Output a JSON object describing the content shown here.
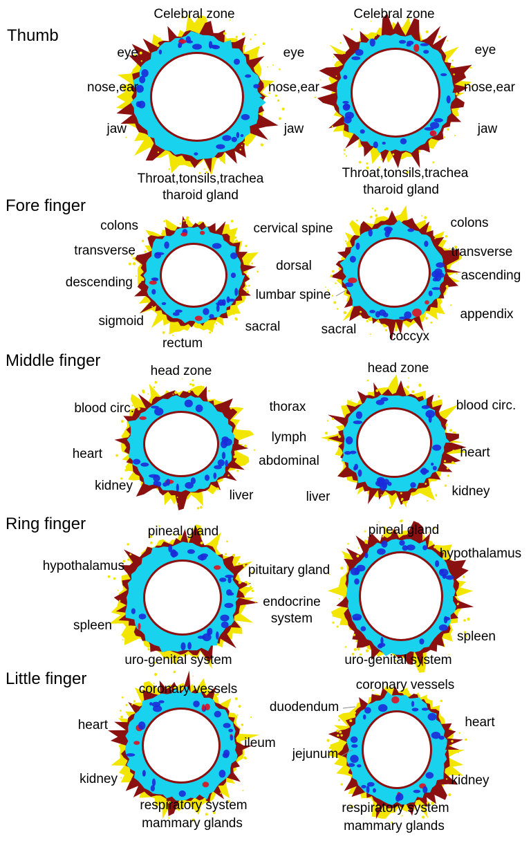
{
  "colors": {
    "outer": "#f2e600",
    "spikes": "#8b1010",
    "ring": "#18d2ee",
    "blotch": "#1b2bd8",
    "hot": "#e01020"
  },
  "sections": {
    "thumb": {
      "heading": "Thumb",
      "labels": {
        "left_top": "Celebral zone",
        "left_eye": "eye",
        "left_nose": "nose,ear",
        "left_jaw": "jaw",
        "left_throat_1": "Throat,tonsils,trachea",
        "left_throat_2": "tharoid gland",
        "mid_eye": "eye",
        "mid_nose": "nose,ear",
        "mid_jaw": "jaw",
        "right_top": "Celebral zone",
        "right_eye": "eye",
        "right_nose": "nose,ear",
        "right_jaw": "jaw",
        "right_throat_1": "Throat,tonsils,trachea",
        "right_throat_2": "tharoid gland"
      }
    },
    "fore": {
      "heading": "Fore finger",
      "labels": {
        "colons_l": "colons",
        "transverse_l": "transverse",
        "descending": "descending",
        "sigmoid": "sigmoid",
        "rectum": "rectum",
        "sacral_l": "sacral",
        "cervical": "cervical spine",
        "dorsal": "dorsal",
        "lumbar": "lumbar spine",
        "sacral_r": "sacral",
        "coccyx": "coccyx",
        "colons_r": "colons",
        "transverse_r": "transverse",
        "ascending": "ascending",
        "appendix": "appendix"
      }
    },
    "middle": {
      "heading": "Middle finger",
      "labels": {
        "head_l": "head zone",
        "blood_l": "blood circ.",
        "heart_l": "heart",
        "kidney_l": "kidney",
        "liver_l": "liver",
        "thorax": "thorax",
        "lymph": "lymph",
        "abdominal": "abdominal",
        "liver_r": "liver",
        "head_r": "head zone",
        "blood_r": "blood circ.",
        "heart_r": "heart",
        "kidney_r": "kidney"
      }
    },
    "ring": {
      "heading": "Ring finger",
      "labels": {
        "pineal_l": "pineal gland",
        "hypo_l": "hypothalamus",
        "spleen_l": "spleen",
        "uro_l": "uro-genital system",
        "pituitary": "pituitary gland",
        "endocrine_1": "endocrine",
        "endocrine_2": "system",
        "pineal_r": "pineal gland",
        "hypo_r": "hypothalamus",
        "spleen_r": "spleen",
        "uro_r": "uro-genital system"
      }
    },
    "little": {
      "heading": "Little finger",
      "labels": {
        "coronary_l": "coronary vessels",
        "heart_l": "heart",
        "kidney_l": "kidney",
        "ileum": "ileum",
        "resp_l": "respiratory system",
        "mammary_l": "mammary glands",
        "duodendum": "duodendum",
        "jejunum": "jejunum",
        "coronary_r": "coronary vessels",
        "heart_r": "heart",
        "kidney_r": "kidney",
        "resp_r": "respiratory system",
        "mammary_r": "mammary glands"
      }
    }
  }
}
